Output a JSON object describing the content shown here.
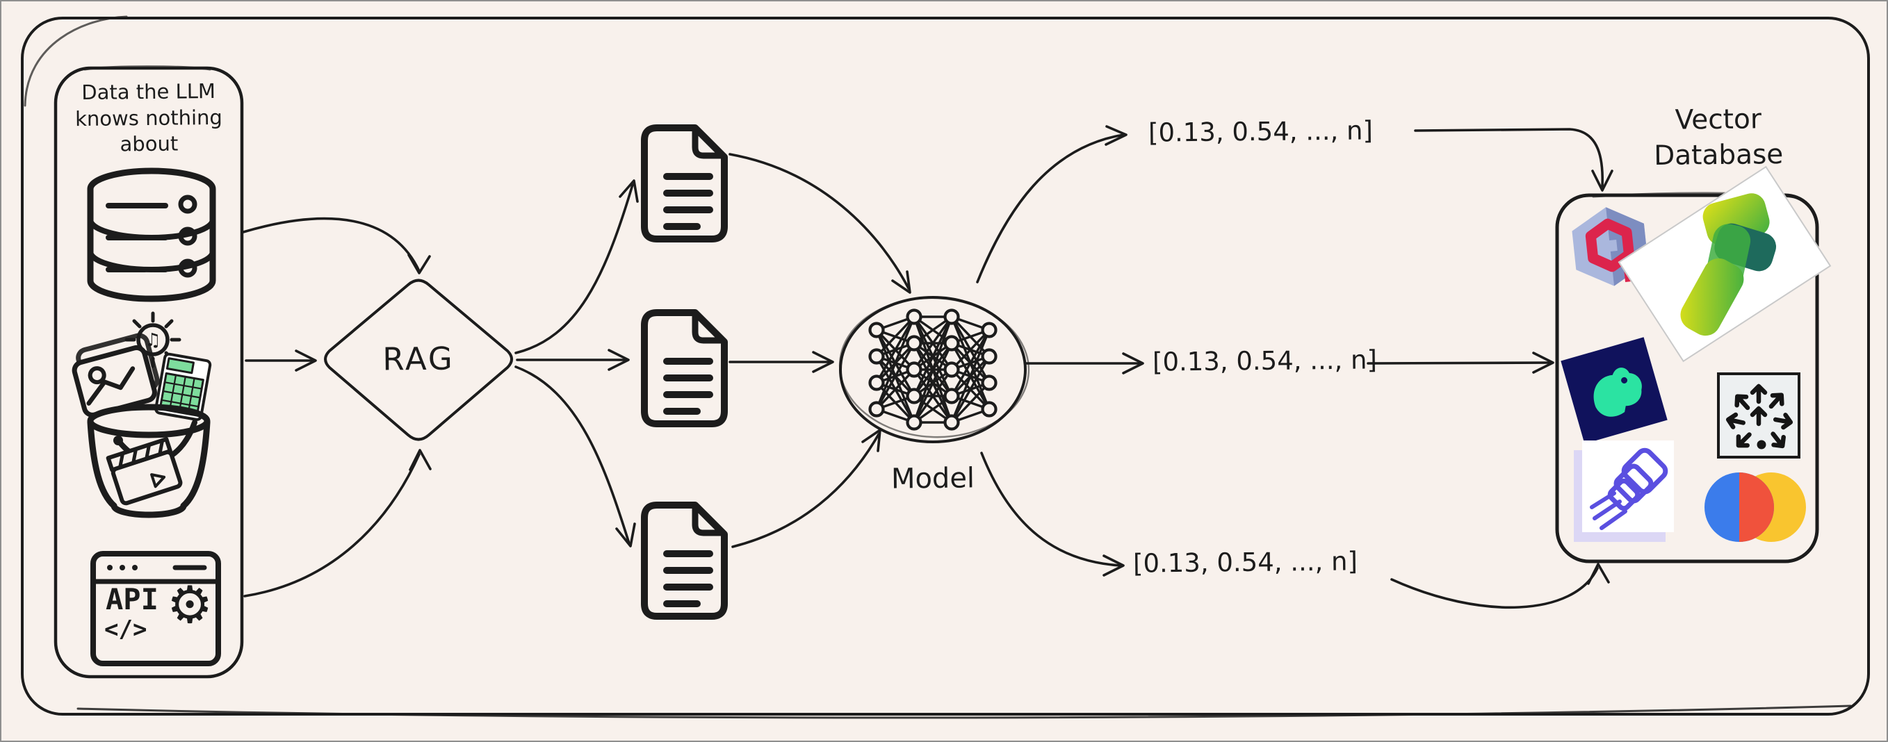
{
  "colors": {
    "background": "#f8f1ec",
    "ink": "#1c1c1c",
    "qdrant_red": "#dc244c",
    "qdrant_blue": "#aab7dd",
    "qdrant_dark": "#7d8dc0",
    "weaviate_yellow": "#dfe018",
    "weaviate_green": "#3fae41",
    "weaviate_teal": "#1e6a5c",
    "mascot_navy": "#10125c",
    "mascot_green": "#2be3a2",
    "arrows_icon_bg": "#edf0f1",
    "layers_indigo": "#5a4fe0",
    "layers_lavender": "#dcd7f5",
    "chroma_blue": "#3b7ceb",
    "chroma_red": "#f0523c",
    "chroma_yellow": "#f9c52f",
    "sheet_green": "#7edd9d"
  },
  "sources_box": {
    "title": "Data the LLM knows nothing about",
    "api_label": "API",
    "api_code": "</>"
  },
  "glyphs": {
    "gear": "⚙",
    "music": "♫"
  },
  "rag": {
    "label": "RAG"
  },
  "model": {
    "label": "Model"
  },
  "embeddings": [
    {
      "text": "[0.13, 0.54, ..., n]"
    },
    {
      "text": "[0.13, 0.54, ..., n]"
    },
    {
      "text": "[0.13, 0.54, ..., n]"
    }
  ],
  "vector_database": {
    "title": "Vector Database",
    "logos": [
      {
        "name": "qdrant"
      },
      {
        "name": "weaviate"
      },
      {
        "name": "green-mascot"
      },
      {
        "name": "vector-arrows"
      },
      {
        "name": "stacked-layers"
      },
      {
        "name": "chroma"
      }
    ]
  }
}
